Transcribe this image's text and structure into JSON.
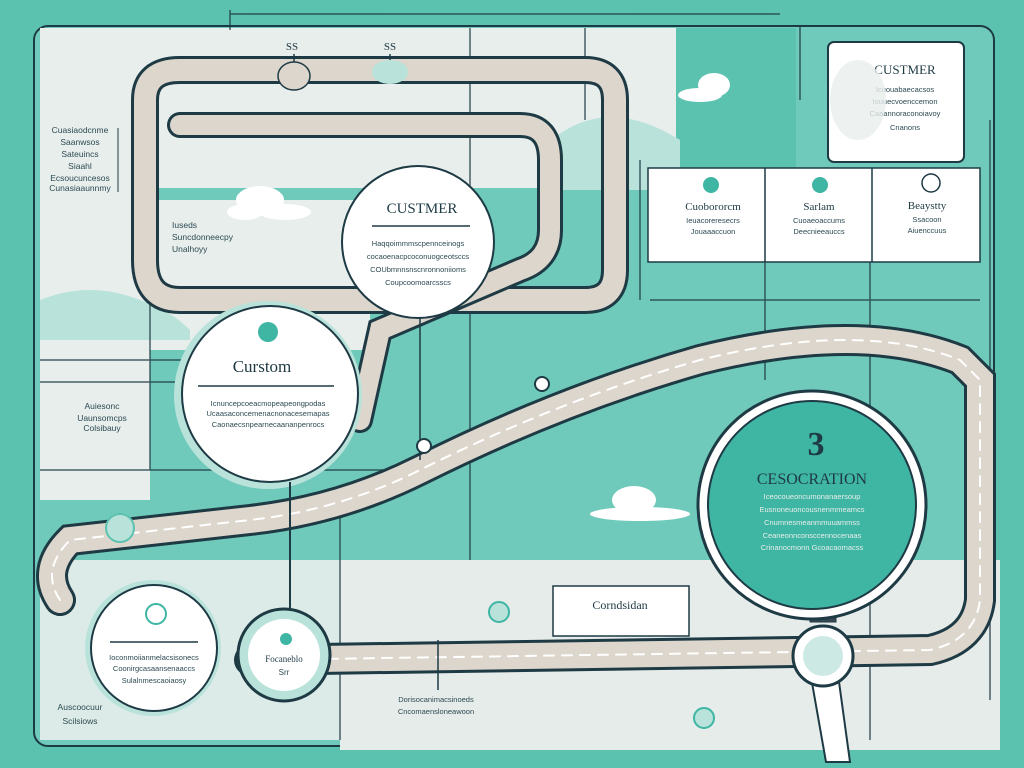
{
  "labels": {
    "top_left_tag": "SS",
    "top_right_tag": "SS",
    "customer_bubble_title": "CUSTMER",
    "customer_bubble_lines": [
      "Haqqoimmmscpennceinogs",
      "cocaoenacpcoconuogceotsccs",
      "COUbmnnsnscnronnoniioms",
      "Coupcoomoarcsscs"
    ],
    "left_column_lines": [
      "Cuasiaodcnme",
      "Saanwsos",
      "Sateuincs",
      "Siaahl",
      "Ecsoucuncesos",
      "Cunasiaaunnmy"
    ],
    "left_mid_lines": [
      "Iuseds",
      "Suncdonneecpy",
      "Unalhoyy"
    ],
    "custom_circle_title": "Curstom",
    "custom_circle_lines": [
      "Icnuncepcoeacmopeapeongpodas",
      "Ucaasaconcemenacnonacesemapas",
      "Caonaecsnpearnecaananpenrocs"
    ],
    "left_lower_lines": [
      "Auiesonc",
      "Uaunsomcps",
      "Colsibauy"
    ],
    "top_card_title": "CUSTMER",
    "top_card_lines": [
      "Icuouabaecacsos",
      "Iouuecvoenccemon",
      "Caaannoraconoiavoy",
      "Cnanons"
    ],
    "info_cards": [
      {
        "title": "Cuobororcm",
        "lines": [
          "Ieuacoreresecrs",
          "Jouaaaccuon"
        ]
      },
      {
        "title": "Sarlam",
        "lines": [
          "Cuoaeoaccums",
          "Deecnieeauccs"
        ]
      },
      {
        "title": "Beaystty",
        "lines": [
          "Ssacoon",
          "Aiuenccuus"
        ]
      }
    ],
    "magnifier_number": "3",
    "magnifier_title": "CESOCRATION",
    "magnifier_lines": [
      "Iceocoueoncumonanaersoup",
      "Eusnoneuoncousnenmmeamcs",
      "Cnumnesmeanmmuuammss",
      "Ceaneonnconsccennocenaas",
      "Crinanocmonn Gcoacaomacss"
    ],
    "small_circle_lines": [
      "Ioconmoiianmelacsisonecs",
      "Coonirgcasaansenaaccs",
      "Sulalnmescaoiaosy"
    ],
    "lens_title": "Focaneblo",
    "lens_sub": "Srr",
    "conclusion_label": "Corndsidan",
    "bottom_lines": [
      "Dorisocanimacsinoeds",
      "Cncomaensloneawoon"
    ],
    "bottom_left_lines": [
      "Auscoocuur",
      "Scilsiows"
    ]
  },
  "colors": {
    "teal_bg": "#5cc2b0",
    "light_panel": "#e8eeec",
    "dark_line": "#1e3a44",
    "road": "#ddd6cc",
    "accent_teal": "#3fb5a3"
  }
}
